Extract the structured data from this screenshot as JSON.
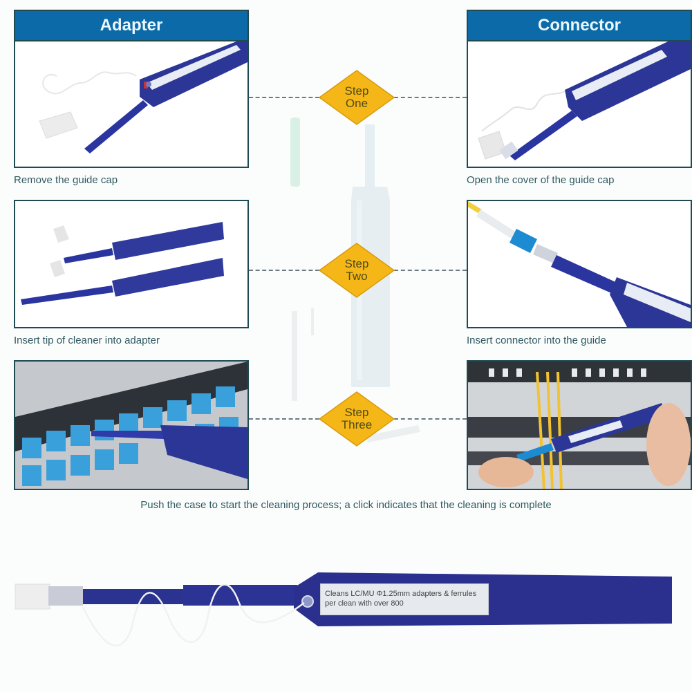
{
  "columns": {
    "left": {
      "title": "Adapter"
    },
    "right": {
      "title": "Connector"
    }
  },
  "steps": [
    {
      "badge": [
        "Step",
        "One"
      ],
      "adapter_caption": "Remove the guide cap",
      "connector_caption": "Open the cover of the guide cap"
    },
    {
      "badge": [
        "Step",
        "Two"
      ],
      "adapter_caption": "Insert tip of cleaner into adapter",
      "connector_caption": "Insert connector into the guide"
    },
    {
      "badge": [
        "Step",
        "Three"
      ],
      "adapter_caption": "",
      "connector_caption": ""
    }
  ],
  "footer_caption": "Push the case to start the cleaning process; a click indicates that the cleaning is complete",
  "product": {
    "label_line1": "Cleans LC/MU Φ1.25mm adapters & ferrules",
    "label_line2": "per clean with over 800"
  },
  "colors": {
    "header_blue": "#0d6aa8",
    "panel_border": "#1f4a52",
    "badge_yellow": "#f5b718",
    "cleaner_blue": "#2a2f8f",
    "caption_text": "#2f5860"
  }
}
